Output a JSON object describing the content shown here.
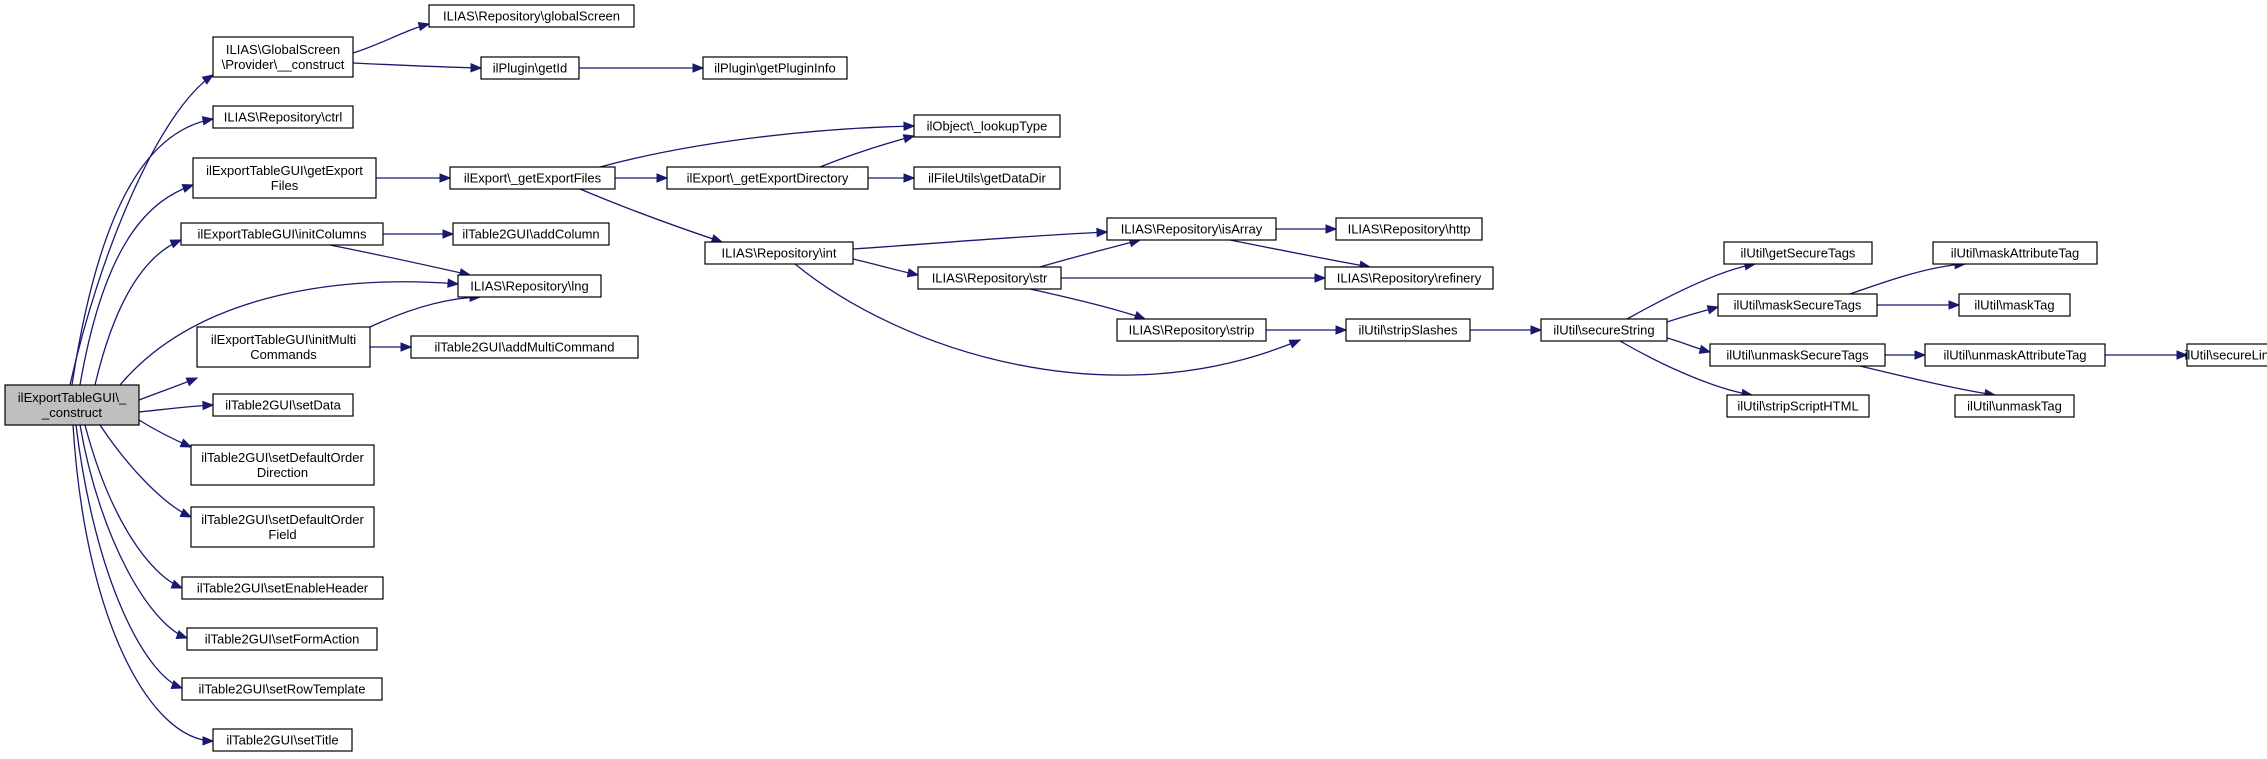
{
  "graph": {
    "colors": {
      "edge": "#191970",
      "node_fill": "#ffffff",
      "root_fill": "#bfbfbf",
      "node_border": "#000000"
    },
    "nodes": [
      {
        "id": "n0",
        "lines": [
          "ilExportTableGUI\\_",
          "_construct"
        ],
        "root": true
      },
      {
        "id": "n1",
        "lines": [
          "ILIAS\\GlobalScreen",
          "\\Provider\\__construct"
        ]
      },
      {
        "id": "n2",
        "lines": [
          "ILIAS\\Repository\\globalScreen"
        ]
      },
      {
        "id": "n3",
        "lines": [
          "ilPlugin\\getId"
        ]
      },
      {
        "id": "n4",
        "lines": [
          "ilPlugin\\getPluginInfo"
        ]
      },
      {
        "id": "n5",
        "lines": [
          "ILIAS\\Repository\\ctrl"
        ]
      },
      {
        "id": "n6",
        "lines": [
          "ilExportTableGUI\\getExport",
          "Files"
        ]
      },
      {
        "id": "n7",
        "lines": [
          "ilExport\\_getExportFiles"
        ]
      },
      {
        "id": "n8",
        "lines": [
          "ilObject\\_lookupType"
        ]
      },
      {
        "id": "n9",
        "lines": [
          "ilExport\\_getExportDirectory"
        ]
      },
      {
        "id": "n10",
        "lines": [
          "ilFileUtils\\getDataDir"
        ]
      },
      {
        "id": "n11",
        "lines": [
          "ILIAS\\Repository\\int"
        ]
      },
      {
        "id": "n12",
        "lines": [
          "ILIAS\\Repository\\isArray"
        ]
      },
      {
        "id": "n13",
        "lines": [
          "ILIAS\\Repository\\http"
        ]
      },
      {
        "id": "n14",
        "lines": [
          "ILIAS\\Repository\\refinery"
        ]
      },
      {
        "id": "n15",
        "lines": [
          "ILIAS\\Repository\\str"
        ]
      },
      {
        "id": "n16",
        "lines": [
          "ILIAS\\Repository\\strip"
        ]
      },
      {
        "id": "n17",
        "lines": [
          "ilUtil\\stripSlashes"
        ]
      },
      {
        "id": "n18",
        "lines": [
          "ilUtil\\secureString"
        ]
      },
      {
        "id": "n19",
        "lines": [
          "ilUtil\\getSecureTags"
        ]
      },
      {
        "id": "n20",
        "lines": [
          "ilUtil\\maskSecureTags"
        ]
      },
      {
        "id": "n21",
        "lines": [
          "ilUtil\\maskAttributeTag"
        ]
      },
      {
        "id": "n22",
        "lines": [
          "ilUtil\\maskTag"
        ]
      },
      {
        "id": "n23",
        "lines": [
          "ilUtil\\unmaskSecureTags"
        ]
      },
      {
        "id": "n24",
        "lines": [
          "ilUtil\\unmaskAttributeTag"
        ]
      },
      {
        "id": "n25",
        "lines": [
          "ilUtil\\secureLink"
        ]
      },
      {
        "id": "n26",
        "lines": [
          "ilUtil\\unmaskTag"
        ]
      },
      {
        "id": "n27",
        "lines": [
          "ilUtil\\stripScriptHTML"
        ]
      },
      {
        "id": "n28",
        "lines": [
          "ilExportTableGUI\\initColumns"
        ]
      },
      {
        "id": "n29",
        "lines": [
          "ilTable2GUI\\addColumn"
        ]
      },
      {
        "id": "n30",
        "lines": [
          "ILIAS\\Repository\\lng"
        ]
      },
      {
        "id": "n31",
        "lines": [
          "ilExportTableGUI\\initMulti",
          "Commands"
        ]
      },
      {
        "id": "n32",
        "lines": [
          "ilTable2GUI\\addMultiCommand"
        ]
      },
      {
        "id": "n33",
        "lines": [
          "ilTable2GUI\\setData"
        ]
      },
      {
        "id": "n34",
        "lines": [
          "ilTable2GUI\\setDefaultOrder",
          "Direction"
        ]
      },
      {
        "id": "n35",
        "lines": [
          "ilTable2GUI\\setDefaultOrder",
          "Field"
        ]
      },
      {
        "id": "n36",
        "lines": [
          "ilTable2GUI\\setEnableHeader"
        ]
      },
      {
        "id": "n37",
        "lines": [
          "ilTable2GUI\\setFormAction"
        ]
      },
      {
        "id": "n38",
        "lines": [
          "ilTable2GUI\\setRowTemplate"
        ]
      },
      {
        "id": "n39",
        "lines": [
          "ilTable2GUI\\setTitle"
        ]
      }
    ],
    "edges": [
      [
        "n0",
        "n1"
      ],
      [
        "n0",
        "n5"
      ],
      [
        "n0",
        "n6"
      ],
      [
        "n0",
        "n28"
      ],
      [
        "n0",
        "n30"
      ],
      [
        "n0",
        "n31"
      ],
      [
        "n0",
        "n33"
      ],
      [
        "n0",
        "n34"
      ],
      [
        "n0",
        "n35"
      ],
      [
        "n0",
        "n36"
      ],
      [
        "n0",
        "n37"
      ],
      [
        "n0",
        "n38"
      ],
      [
        "n0",
        "n39"
      ],
      [
        "n1",
        "n2"
      ],
      [
        "n1",
        "n3"
      ],
      [
        "n3",
        "n4"
      ],
      [
        "n6",
        "n7"
      ],
      [
        "n7",
        "n8"
      ],
      [
        "n7",
        "n9"
      ],
      [
        "n7",
        "n11"
      ],
      [
        "n9",
        "n8"
      ],
      [
        "n9",
        "n10"
      ],
      [
        "n11",
        "n12"
      ],
      [
        "n11",
        "n15"
      ],
      [
        "n11",
        "n14"
      ],
      [
        "n12",
        "n13"
      ],
      [
        "n12",
        "n14"
      ],
      [
        "n15",
        "n12"
      ],
      [
        "n15",
        "n14"
      ],
      [
        "n15",
        "n16"
      ],
      [
        "n16",
        "n17"
      ],
      [
        "n17",
        "n18"
      ],
      [
        "n18",
        "n19"
      ],
      [
        "n18",
        "n20"
      ],
      [
        "n18",
        "n23"
      ],
      [
        "n18",
        "n27"
      ],
      [
        "n20",
        "n21"
      ],
      [
        "n20",
        "n22"
      ],
      [
        "n23",
        "n24"
      ],
      [
        "n23",
        "n26"
      ],
      [
        "n24",
        "n25"
      ],
      [
        "n28",
        "n29"
      ],
      [
        "n28",
        "n30"
      ],
      [
        "n31",
        "n30"
      ],
      [
        "n31",
        "n32"
      ]
    ]
  }
}
